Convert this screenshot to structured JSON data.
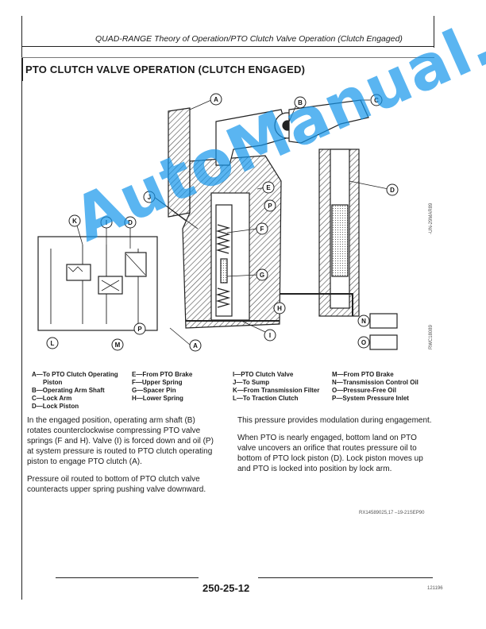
{
  "header": {
    "title": "QUAD-RANGE Theory of Operation/PTO Clutch Valve Operation (Clutch Engaged)"
  },
  "section": {
    "title": "PTO CLUTCH VALVE OPERATION (CLUTCH ENGAGED)"
  },
  "diagram": {
    "callouts": [
      "A",
      "B",
      "C",
      "D",
      "E",
      "F",
      "G",
      "H",
      "I",
      "J",
      "K",
      "L",
      "M",
      "N",
      "O",
      "P"
    ],
    "codes": [
      "-UN-29MAR89",
      "RWC18089"
    ]
  },
  "legend": {
    "col1": [
      "A—To PTO Clutch Operating",
      "Piston",
      "B—Operating Arm Shaft",
      "C—Lock Arm",
      "D—Lock Piston"
    ],
    "col2": [
      "E—From PTO Brake",
      "F—Upper Spring",
      "G—Spacer Pin",
      "H—Lower Spring"
    ],
    "col3": [
      "I—PTO Clutch Valve",
      "J—To Sump",
      "K—From Transmission Filter",
      "L—To Traction Clutch"
    ],
    "col4": [
      "M—From PTO Brake",
      "N—Transmission Control Oil",
      "O—Pressure-Free Oil",
      "P—System Pressure Inlet"
    ]
  },
  "body": {
    "left": [
      "In the engaged position, operating arm shaft (B) rotates counterclockwise compressing PTO valve springs (F and H). Valve (I) is forced down and oil (P) at system pressure is routed to PTO clutch operating piston to engage PTO clutch (A).",
      "Pressure oil routed to bottom of PTO clutch valve counteracts upper spring pushing valve downward."
    ],
    "right": [
      "This pressure provides modulation during engagement.",
      "When PTO is nearly engaged, bottom land on PTO valve uncovers an orifice that routes pressure oil to bottom of PTO lock piston (D). Lock piston moves up and PTO is locked into position by lock arm."
    ]
  },
  "footer": {
    "ref_code": "RX14589025,17 –19-21SEP90",
    "page_number": "250-25-12",
    "page_code": "121196"
  },
  "watermark": {
    "text": "AutoManual.net"
  }
}
